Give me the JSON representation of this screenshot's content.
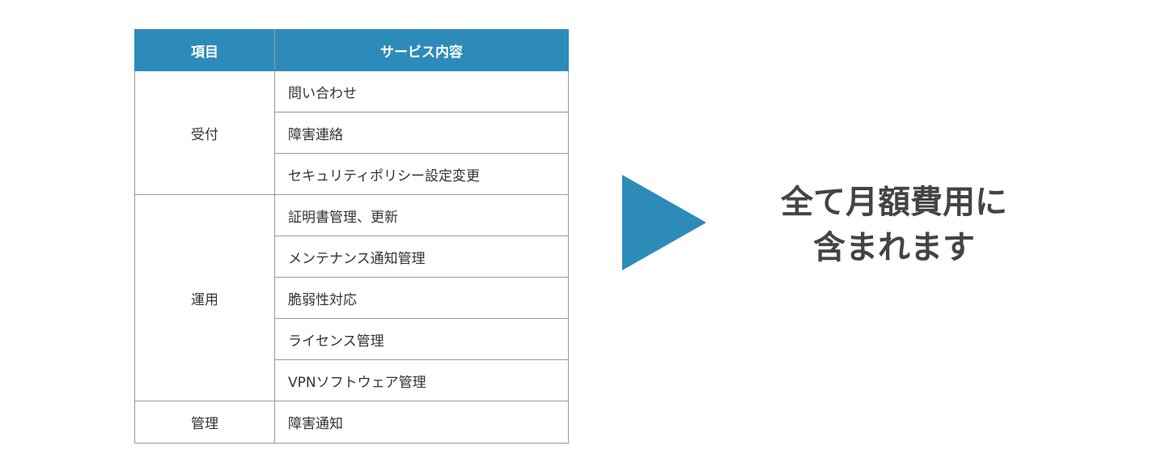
{
  "table": {
    "headers": {
      "item": "項目",
      "service": "サービス内容"
    },
    "groups": [
      {
        "category": "受付",
        "services": [
          "問い合わせ",
          "障害連絡",
          "セキュリティポリシー設定変更"
        ]
      },
      {
        "category": "運用",
        "services": [
          "証明書管理、更新",
          "メンテナンス通知管理",
          "脆弱性対応",
          "ライセンス管理",
          "VPNソフトウェア管理"
        ]
      },
      {
        "category": "管理",
        "services": [
          "障害通知"
        ]
      }
    ]
  },
  "message": {
    "line1": "全て月額費用に",
    "line2": "含まれます"
  },
  "colors": {
    "accent": "#2d8bba",
    "header_text": "#ffffff",
    "border": "#9a9a9a",
    "text": "#333333"
  },
  "icons": {
    "arrow": "play-arrow-icon"
  }
}
